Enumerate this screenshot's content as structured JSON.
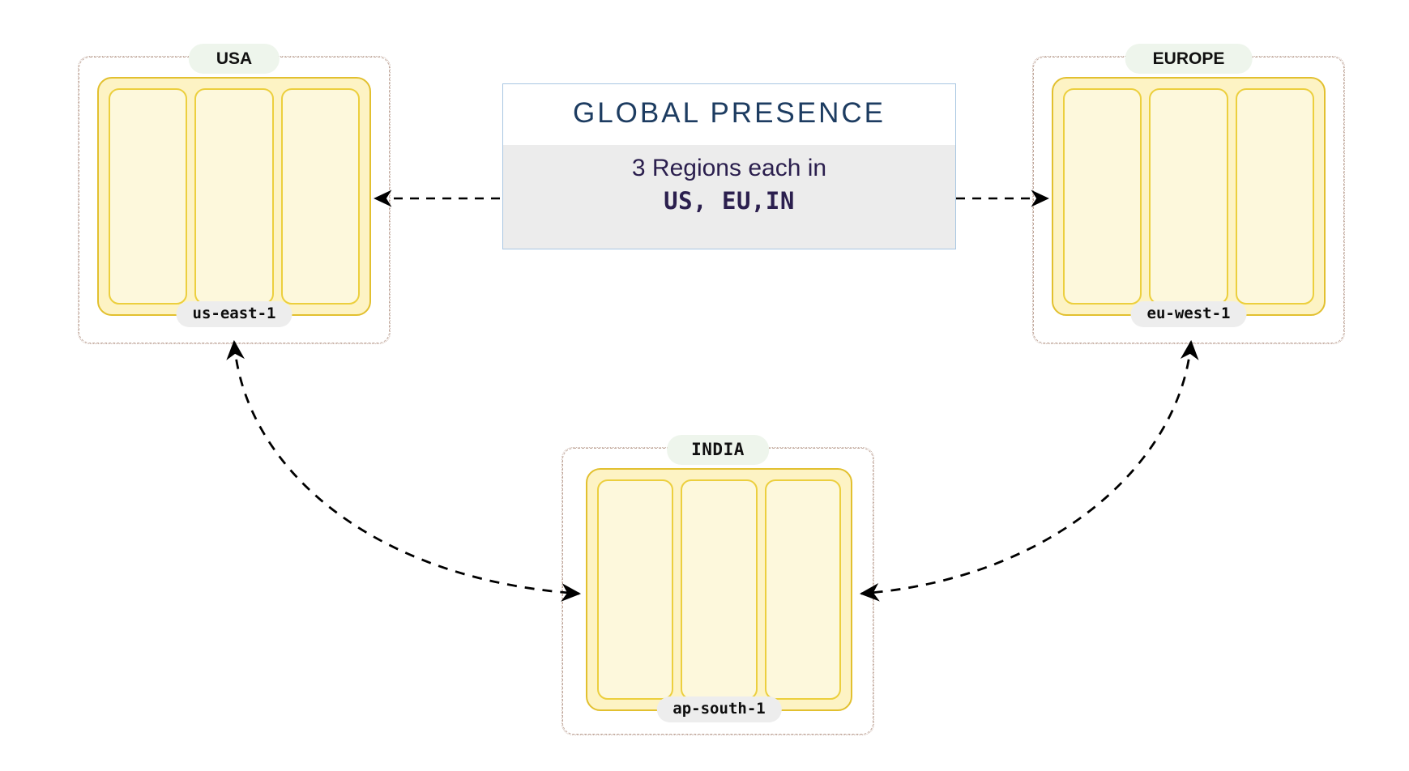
{
  "diagram": {
    "type": "architecture-region-diagram",
    "background_color": "#ffffff"
  },
  "callout": {
    "title": "GLOBAL PRESENCE",
    "line1": "3 Regions each in",
    "line2": "US, EU,IN",
    "border_color": "#a9c7e2",
    "title_color": "#1d3c61",
    "body_background": "#ececec",
    "body_text_color": "#2b1f4e"
  },
  "regions": [
    {
      "id": "usa",
      "title": "USA",
      "title_style": "sans",
      "code": "us-east-1",
      "zone_count": 3,
      "pill_background": "#eef5ec",
      "code_background": "#ededed",
      "card_fill": "#fdf3c4",
      "card_border": "#e2c02f",
      "slot_fill": "#fdf8dc",
      "slot_border": "#eccf3e"
    },
    {
      "id": "europe",
      "title": "EUROPE",
      "title_style": "sans",
      "code": "eu-west-1",
      "zone_count": 3,
      "pill_background": "#eef5ec",
      "code_background": "#ededed",
      "card_fill": "#fdf3c4",
      "card_border": "#e2c02f",
      "slot_fill": "#fdf8dc",
      "slot_border": "#eccf3e"
    },
    {
      "id": "india",
      "title": "INDIA",
      "title_style": "mono",
      "code": "ap-south-1",
      "zone_count": 3,
      "pill_background": "#eef5ec",
      "code_background": "#ededed",
      "card_fill": "#fdf3c4",
      "card_border": "#e2c02f",
      "slot_fill": "#fdf8dc",
      "slot_border": "#eccf3e"
    }
  ],
  "connectors": [
    {
      "id": "callout-to-usa",
      "from": "callout",
      "to": "usa",
      "style": "dashed",
      "arrow": "end",
      "color": "#000000"
    },
    {
      "id": "callout-to-europe",
      "from": "callout",
      "to": "europe",
      "style": "dashed",
      "arrow": "end",
      "color": "#000000"
    },
    {
      "id": "usa-to-india",
      "from": "usa",
      "to": "india",
      "style": "dashed-curved",
      "arrow": "both",
      "color": "#000000"
    },
    {
      "id": "europe-to-india",
      "from": "europe",
      "to": "india",
      "style": "dashed-curved",
      "arrow": "both",
      "color": "#000000"
    }
  ]
}
